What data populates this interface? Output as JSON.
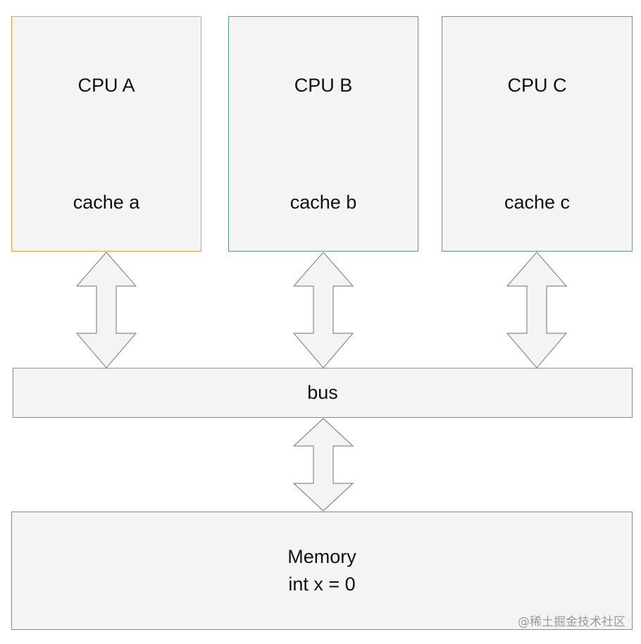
{
  "cpus": [
    {
      "name": "CPU A",
      "cache": "cache a",
      "color": "#e9a14f"
    },
    {
      "name": "CPU B",
      "cache": "cache b",
      "color": "#5a9f92"
    },
    {
      "name": "CPU C",
      "cache": "cache c",
      "color": "#5a9f92"
    }
  ],
  "bus": {
    "label": "bus"
  },
  "memory": {
    "title": "Memory",
    "value": "int x = 0"
  },
  "watermark": "@稀土掘金技术社区"
}
